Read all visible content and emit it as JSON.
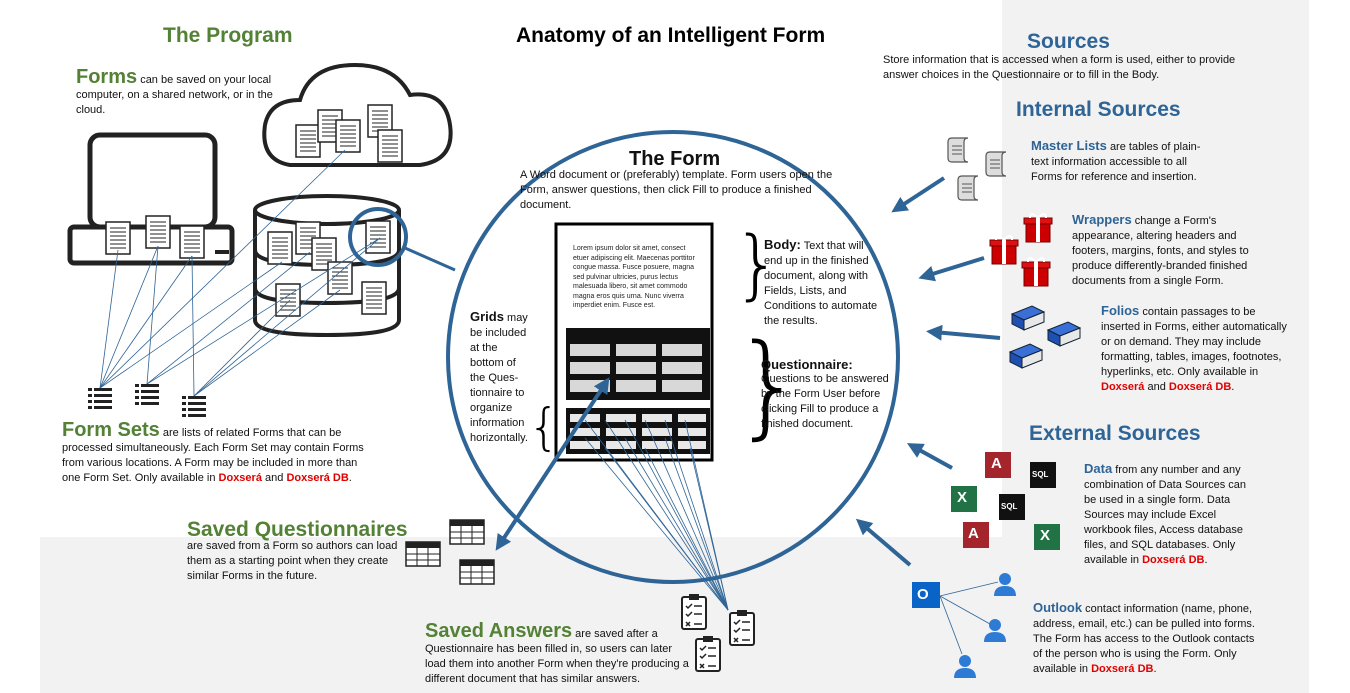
{
  "title": "Anatomy of an Intelligent Form",
  "program": {
    "heading": "The Program",
    "forms": {
      "label": "Forms",
      "text": "can be saved on your local computer, on a shared network, or in the cloud."
    },
    "form_sets": {
      "label": "Form Sets",
      "text": "are lists of related Forms that can be processed simultaneously. Each Form Set may contain Forms from various locations. A Form may be included in more than one Form Set. Only available in",
      "brand1": "Doxserá",
      "and": "and",
      "brand2": "Doxserá DB",
      "end": "."
    }
  },
  "form": {
    "heading": "The Form",
    "text": "A Word document or (preferably) template. Form users open the Form, answer questions, then click Fill to produce a finished document.",
    "lorem": "Lorem ipsum dolor sit amet, consect etuer adipiscing elit. Maecenas porttitor congue massa. Fusce posuere, magna sed pulvinar ultricies, purus lectus malesuada libero, sit amet commodo magna eros quis urna. Nunc viverra imperdiet enim. Fusce est.",
    "body": {
      "label": "Body:",
      "text": "Text that will end up in the finished document, along with Fields, Lists, and Conditions to automate the results."
    },
    "questionnaire": {
      "label": "Questionnaire:",
      "text": "Questions to be answered by the Form User before clicking Fill to produce a finished document."
    },
    "grids": {
      "label": "Grids",
      "text": "may be included at the bottom of the Ques-tionnaire to organize information horizontally."
    }
  },
  "saved_questionnaires": {
    "label": "Saved Questionnaires",
    "text": "are saved from a Form so authors can load them as a starting point when they create similar Forms in the future."
  },
  "saved_answers": {
    "label": "Saved Answers",
    "text": "are saved after a Questionnaire has been filled in, so users can later load them into another Form when they're producing a different document that has similar answers."
  },
  "sources": {
    "heading": "Sources",
    "text": "Store information that is accessed when a form is used, either to provide answer choices in the Questionnaire or to fill in the Body.",
    "internal_heading": "Internal Sources",
    "master_lists": {
      "label": "Master Lists",
      "text": "are tables of plain-text information accessible to all Forms for reference and insertion."
    },
    "wrappers": {
      "label": "Wrappers",
      "text": "change a Form's appearance, altering headers and footers, margins, fonts, and styles to produce differently-branded finished documents from a single Form."
    },
    "folios": {
      "label": "Folios",
      "text": "contain passages to be inserted in Forms, either automatically or on demand. They may include formatting, tables, images, footnotes, hyperlinks, etc. Only available in",
      "brand1": "Doxserá",
      "and": "and",
      "brand2": "Doxserá DB",
      "end": "."
    },
    "external_heading": "External Sources",
    "data": {
      "label": "Data",
      "text": "from any number and any combination of Data Sources can be used in a single form. Data Sources may include Excel workbook files, Access database files, and SQL databases. Only available in",
      "brand": "Doxserá DB",
      "end": "."
    },
    "outlook": {
      "label": "Outlook",
      "text": "contact information (name, phone, address, email, etc.) can be pulled into forms. The Form has access to the Outlook contacts of the person who is using the Form. Only available in",
      "brand": "Doxserá DB",
      "end": "."
    }
  },
  "icon_labels": {
    "sql": "SQL",
    "access": "A",
    "excel": "X",
    "outlook": "O"
  },
  "colors": {
    "green": "#538135",
    "blue": "#2e6496",
    "red": "#e00000",
    "line": "#2e6496"
  }
}
